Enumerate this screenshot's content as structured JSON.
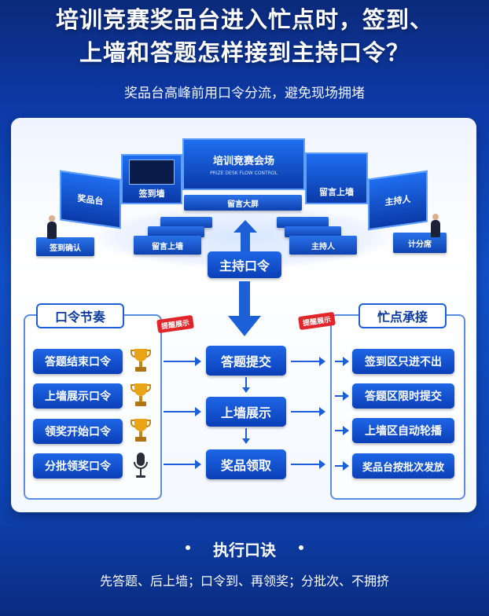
{
  "header": {
    "title_line1": "培训竞赛奖品台进入忙点时，签到、",
    "title_line2": "上墙和答题怎样接到主持口令？",
    "subtitle": "奖品台高峰前用口令分流，避免现场拥堵"
  },
  "stage": {
    "main_screen": "培训竞赛会场",
    "main_screen_sub": "PRIZE DESK FLOW CONTROL",
    "left_screen_1": "奖品台",
    "left_screen_2": "签到墙",
    "right_screen_1": "留言上墙",
    "right_screen_2": "主持人",
    "center_desk": "留言大屏",
    "desk_left_front": "留言上墙",
    "desk_right_front": "主持人",
    "side_desk_left": "签到确认",
    "side_desk_right": "计分席",
    "host_cue": "主持口令"
  },
  "left_group": {
    "title": "口令节奏",
    "items": [
      {
        "label": "答题结束口令",
        "icon": "trophy-icon"
      },
      {
        "label": "上墙展示口令",
        "icon": "trophy-icon"
      },
      {
        "label": "领奖开始口令",
        "icon": "trophy-icon"
      },
      {
        "label": "分批领奖口令",
        "icon": "microphone-icon"
      }
    ]
  },
  "tags": {
    "left_tag": "提醒展示",
    "right_tag": "提醒展示"
  },
  "center_flow": [
    "答题提交",
    "上墙展示",
    "奖品领取"
  ],
  "right_group": {
    "title": "忙点承接",
    "items": [
      "签到区只进不出",
      "答题区限时提交",
      "上墙区自动轮播",
      "奖品台按批次发放"
    ]
  },
  "footer": {
    "title": "执行口诀",
    "text": "先答题、后上墙；口令到、再领奖；分批次、不拥挤"
  },
  "colors": {
    "accent": "#1d5fd6",
    "background": "#0d3aa8",
    "alert": "#e0262a",
    "trophy": "#e8a317"
  }
}
